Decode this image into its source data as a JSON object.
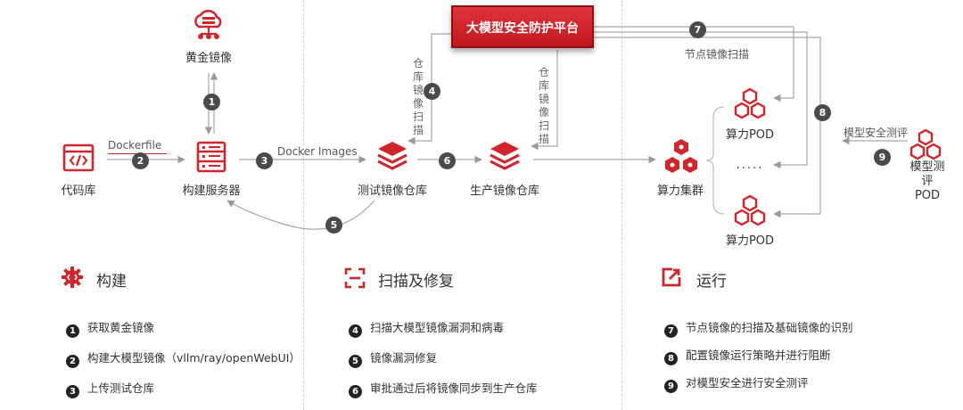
{
  "platform_label": "大模型安全防护平台",
  "nodes": {
    "golden_image": "黄金镜像",
    "code_repo": "代码库",
    "build_server": "构建服务器",
    "test_repo": "测试镜像仓库",
    "prod_repo": "生产镜像仓库",
    "compute_cluster": "算力集群",
    "pod": "算力POD",
    "model_eval_pod": "模型测评\nPOD"
  },
  "edge_labels": {
    "dockerfile": "Dockerfile",
    "docker_images": "Docker Images",
    "repo_scan": "仓库镜像扫描",
    "node_scan": "节点镜像扫描",
    "model_security_eval": "模型安全测评",
    "ellipsis": "....."
  },
  "step_numbers": [
    "1",
    "2",
    "3",
    "4",
    "5",
    "6",
    "7",
    "8",
    "9"
  ],
  "sections": [
    {
      "title": "构建",
      "icon": "gear-code-icon",
      "items": [
        {
          "num": "1",
          "text": "获取黄金镜像"
        },
        {
          "num": "2",
          "text": "构建大模型镜像（vllm/ray/openWebUI）"
        },
        {
          "num": "3",
          "text": "上传测试仓库"
        }
      ]
    },
    {
      "title": "扫描及修复",
      "icon": "scan-icon",
      "items": [
        {
          "num": "4",
          "text": "扫描大模型镜像漏洞和病毒"
        },
        {
          "num": "5",
          "text": "镜像漏洞修复"
        },
        {
          "num": "6",
          "text": "审批通过后将镜像同步到生产仓库"
        }
      ]
    },
    {
      "title": "运行",
      "icon": "run-icon",
      "items": [
        {
          "num": "7",
          "text": "节点镜像的扫描及基础镜像的识别"
        },
        {
          "num": "8",
          "text": "配置镜像运行策略并进行阻断"
        },
        {
          "num": "9",
          "text": "对模型安全进行安全测评"
        }
      ]
    }
  ],
  "colors": {
    "accent": "#d0262b",
    "badge": "#4a4a4a",
    "arrow": "#999999"
  }
}
